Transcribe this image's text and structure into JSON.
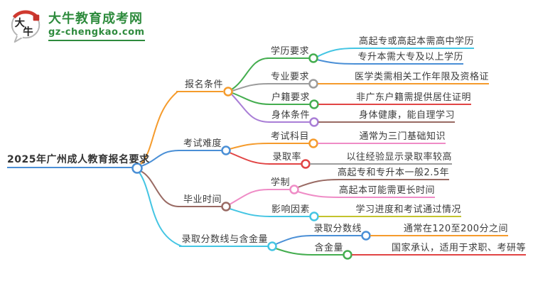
{
  "brand": {
    "logo_char1": "大",
    "logo_char2": "牛",
    "title": "大牛教育成考网",
    "domain": "gz-chengkao.com"
  },
  "colors": {
    "blue": "#4a8fd6",
    "orange": "#f59b2c",
    "brown": "#996a63",
    "cyan": "#44c5e3",
    "green": "#44ad4f",
    "gray": "#9c9c9c",
    "purple": "#a97ed6",
    "red": "#e14444",
    "pink": "#ef8cc6",
    "olive": "#c3c32d",
    "brand_green": "#2e8b3d"
  },
  "mindmap": {
    "root": {
      "label": "2025年广州成人教育报名要求"
    },
    "branches": [
      {
        "label": "报名条件",
        "children": [
          {
            "label": "学历要求",
            "children": [
              {
                "label": "高起专或高起本需高中学历"
              },
              {
                "label": "专升本需大专及以上学历"
              }
            ]
          },
          {
            "label": "专业要求",
            "children": [
              {
                "label": "医学类需相关工作年限及资格证"
              }
            ]
          },
          {
            "label": "户籍要求",
            "children": [
              {
                "label": "非广东户籍需提供居住证明"
              }
            ]
          },
          {
            "label": "身体条件",
            "children": [
              {
                "label": "身体健康，能自理学习"
              }
            ]
          }
        ]
      },
      {
        "label": "考试难度",
        "children": [
          {
            "label": "考试科目",
            "children": [
              {
                "label": "通常为三门基础知识"
              }
            ]
          },
          {
            "label": "录取率",
            "children": [
              {
                "label": "以往经验显示录取率较高"
              }
            ]
          }
        ]
      },
      {
        "label": "毕业时间",
        "children": [
          {
            "label": "学制",
            "children": [
              {
                "label": "高起专和专升本一般2.5年"
              },
              {
                "label": "高起本可能需更长时间"
              }
            ]
          },
          {
            "label": "影响因素",
            "children": [
              {
                "label": "学习进度和考试通过情况"
              }
            ]
          }
        ]
      },
      {
        "label": "录取分数线与含金量",
        "children": [
          {
            "label": "录取分数线",
            "children": [
              {
                "label": "通常在120至200分之间"
              }
            ]
          },
          {
            "label": "含金量",
            "children": [
              {
                "label": "国家承认，适用于求职、考研等"
              }
            ]
          }
        ]
      }
    ]
  }
}
